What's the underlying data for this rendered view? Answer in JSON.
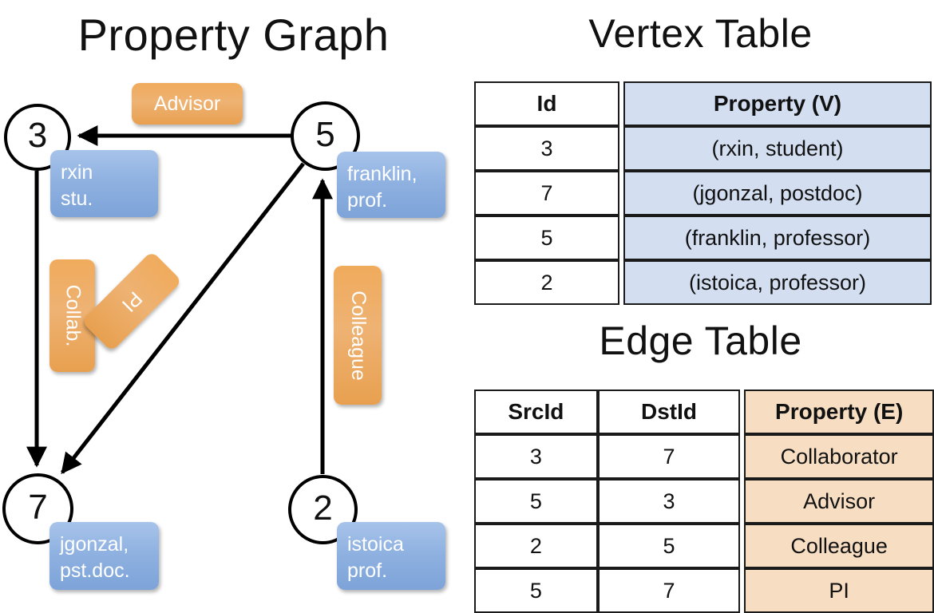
{
  "titles": {
    "graph": "Property Graph",
    "vertex_table": "Vertex Table",
    "edge_table": "Edge Table"
  },
  "graph": {
    "nodes": [
      {
        "id": "3",
        "name": "node-3",
        "property_line1": "rxin",
        "property_line2": "stu."
      },
      {
        "id": "5",
        "name": "node-5",
        "property_line1": "franklin,",
        "property_line2": "prof."
      },
      {
        "id": "7",
        "name": "node-7",
        "property_line1": "jgonzal,",
        "property_line2": "pst.doc."
      },
      {
        "id": "2",
        "name": "node-2",
        "property_line1": "istoica",
        "property_line2": "prof."
      }
    ],
    "edge_labels": [
      {
        "key": "advisor",
        "text": "Advisor"
      },
      {
        "key": "collab",
        "text": "Collab."
      },
      {
        "key": "pi",
        "text": "PI"
      },
      {
        "key": "colleague",
        "text": "Colleague"
      }
    ],
    "edges": [
      {
        "from": "5",
        "to": "3",
        "label": "Advisor"
      },
      {
        "from": "3",
        "to": "7",
        "label": "Collab."
      },
      {
        "from": "5",
        "to": "7",
        "label": "PI"
      },
      {
        "from": "2",
        "to": "5",
        "label": "Colleague"
      }
    ]
  },
  "vertex_table": {
    "headers": [
      "Id",
      "Property (V)"
    ],
    "rows": [
      {
        "id": "3",
        "property": "(rxin, student)"
      },
      {
        "id": "7",
        "property": "(jgonzal, postdoc)"
      },
      {
        "id": "5",
        "property": "(franklin, professor)"
      },
      {
        "id": "2",
        "property": "(istoica, professor)"
      }
    ]
  },
  "edge_table": {
    "headers": [
      "SrcId",
      "DstId",
      "Property (E)"
    ],
    "rows": [
      {
        "src": "3",
        "dst": "7",
        "property": "Collaborator"
      },
      {
        "src": "5",
        "dst": "3",
        "property": "Advisor"
      },
      {
        "src": "2",
        "dst": "5",
        "property": "Colleague"
      },
      {
        "src": "5",
        "dst": "7",
        "property": "PI"
      }
    ]
  },
  "colors": {
    "vertex_property_fill": "#d3dff1",
    "edge_property_fill": "#f7ddc2",
    "node_property_box": "#8db0e0",
    "edge_label_box": "#eeab5f",
    "stroke": "#000000"
  }
}
